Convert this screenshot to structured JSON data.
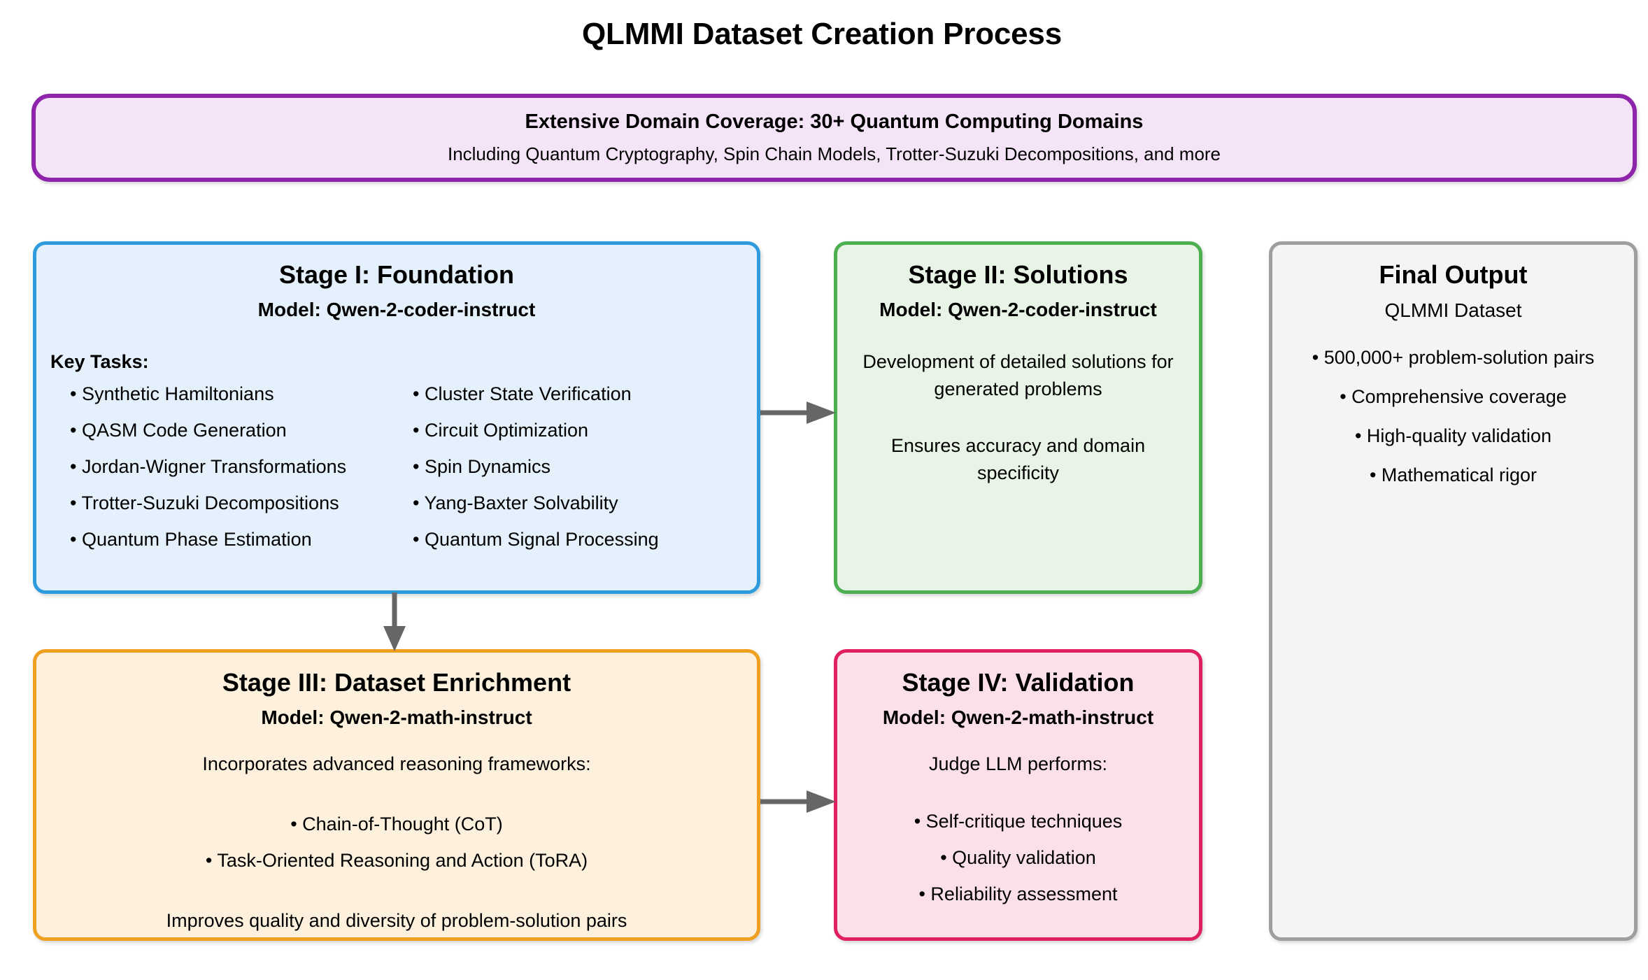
{
  "page": {
    "title": "QLMMI Dataset Creation Process"
  },
  "banner": {
    "title": "Extensive Domain Coverage: 30+ Quantum Computing Domains",
    "subtitle": "Including Quantum Cryptography, Spin Chain Models, Trotter-Suzuki Decompositions, and more",
    "border_color": "#8e24aa",
    "fill_color": "#f5e4f7"
  },
  "stage1": {
    "title": "Stage I: Foundation",
    "model": "Model: Qwen-2-coder-instruct",
    "key_tasks_label": "Key Tasks:",
    "tasks_left": [
      "• Synthetic Hamiltonians",
      "• QASM Code Generation",
      "• Jordan-Wigner Transformations",
      "• Trotter-Suzuki Decompositions",
      "• Quantum Phase Estimation"
    ],
    "tasks_right": [
      "• Cluster State Verification",
      "• Circuit Optimization",
      "• Spin Dynamics",
      "• Yang-Baxter Solvability",
      "• Quantum Signal Processing"
    ],
    "border_color": "#2e9bdf",
    "fill_color": "#e4f0fb"
  },
  "stage2": {
    "title": "Stage II: Solutions",
    "model": "Model: Qwen-2-coder-instruct",
    "paragraphs": [
      "Development of detailed solutions for generated problems",
      "Ensures accuracy and domain specificity"
    ],
    "border_color": "#4caf50",
    "fill_color": "#e8f4e5"
  },
  "stage3": {
    "title": "Stage III: Dataset Enrichment",
    "model": "Model: Qwen-2-math-instruct",
    "lead": "Incorporates advanced reasoning frameworks:",
    "bullets": [
      "• Chain-of-Thought (CoT)",
      "• Task-Oriented Reasoning and Action (ToRA)"
    ],
    "footer": "Improves quality and diversity of problem-solution pairs",
    "border_color": "#f0a020",
    "fill_color": "#fdf0dd"
  },
  "stage4": {
    "title": "Stage IV: Validation",
    "model": "Model: Qwen-2-math-instruct",
    "lead": "Judge LLM performs:",
    "bullets": [
      "• Self-critique techniques",
      "• Quality validation",
      "• Reliability assessment"
    ],
    "border_color": "#e01f62",
    "fill_color": "#fbe0eb"
  },
  "final_output": {
    "title": "Final Output",
    "subtitle": "QLMMI Dataset",
    "bullets": [
      "• 500,000+ problem-solution pairs",
      "• Comprehensive coverage",
      "• High-quality validation",
      "• Mathematical rigor"
    ],
    "border_color": "#9e9e9e",
    "fill_color": "#f4f4f4"
  },
  "arrows": {
    "color": "#666666",
    "stage1_to_stage2": "arrow-right",
    "stage1_to_stage3": "arrow-down",
    "stage3_to_stage4": "arrow-right"
  }
}
